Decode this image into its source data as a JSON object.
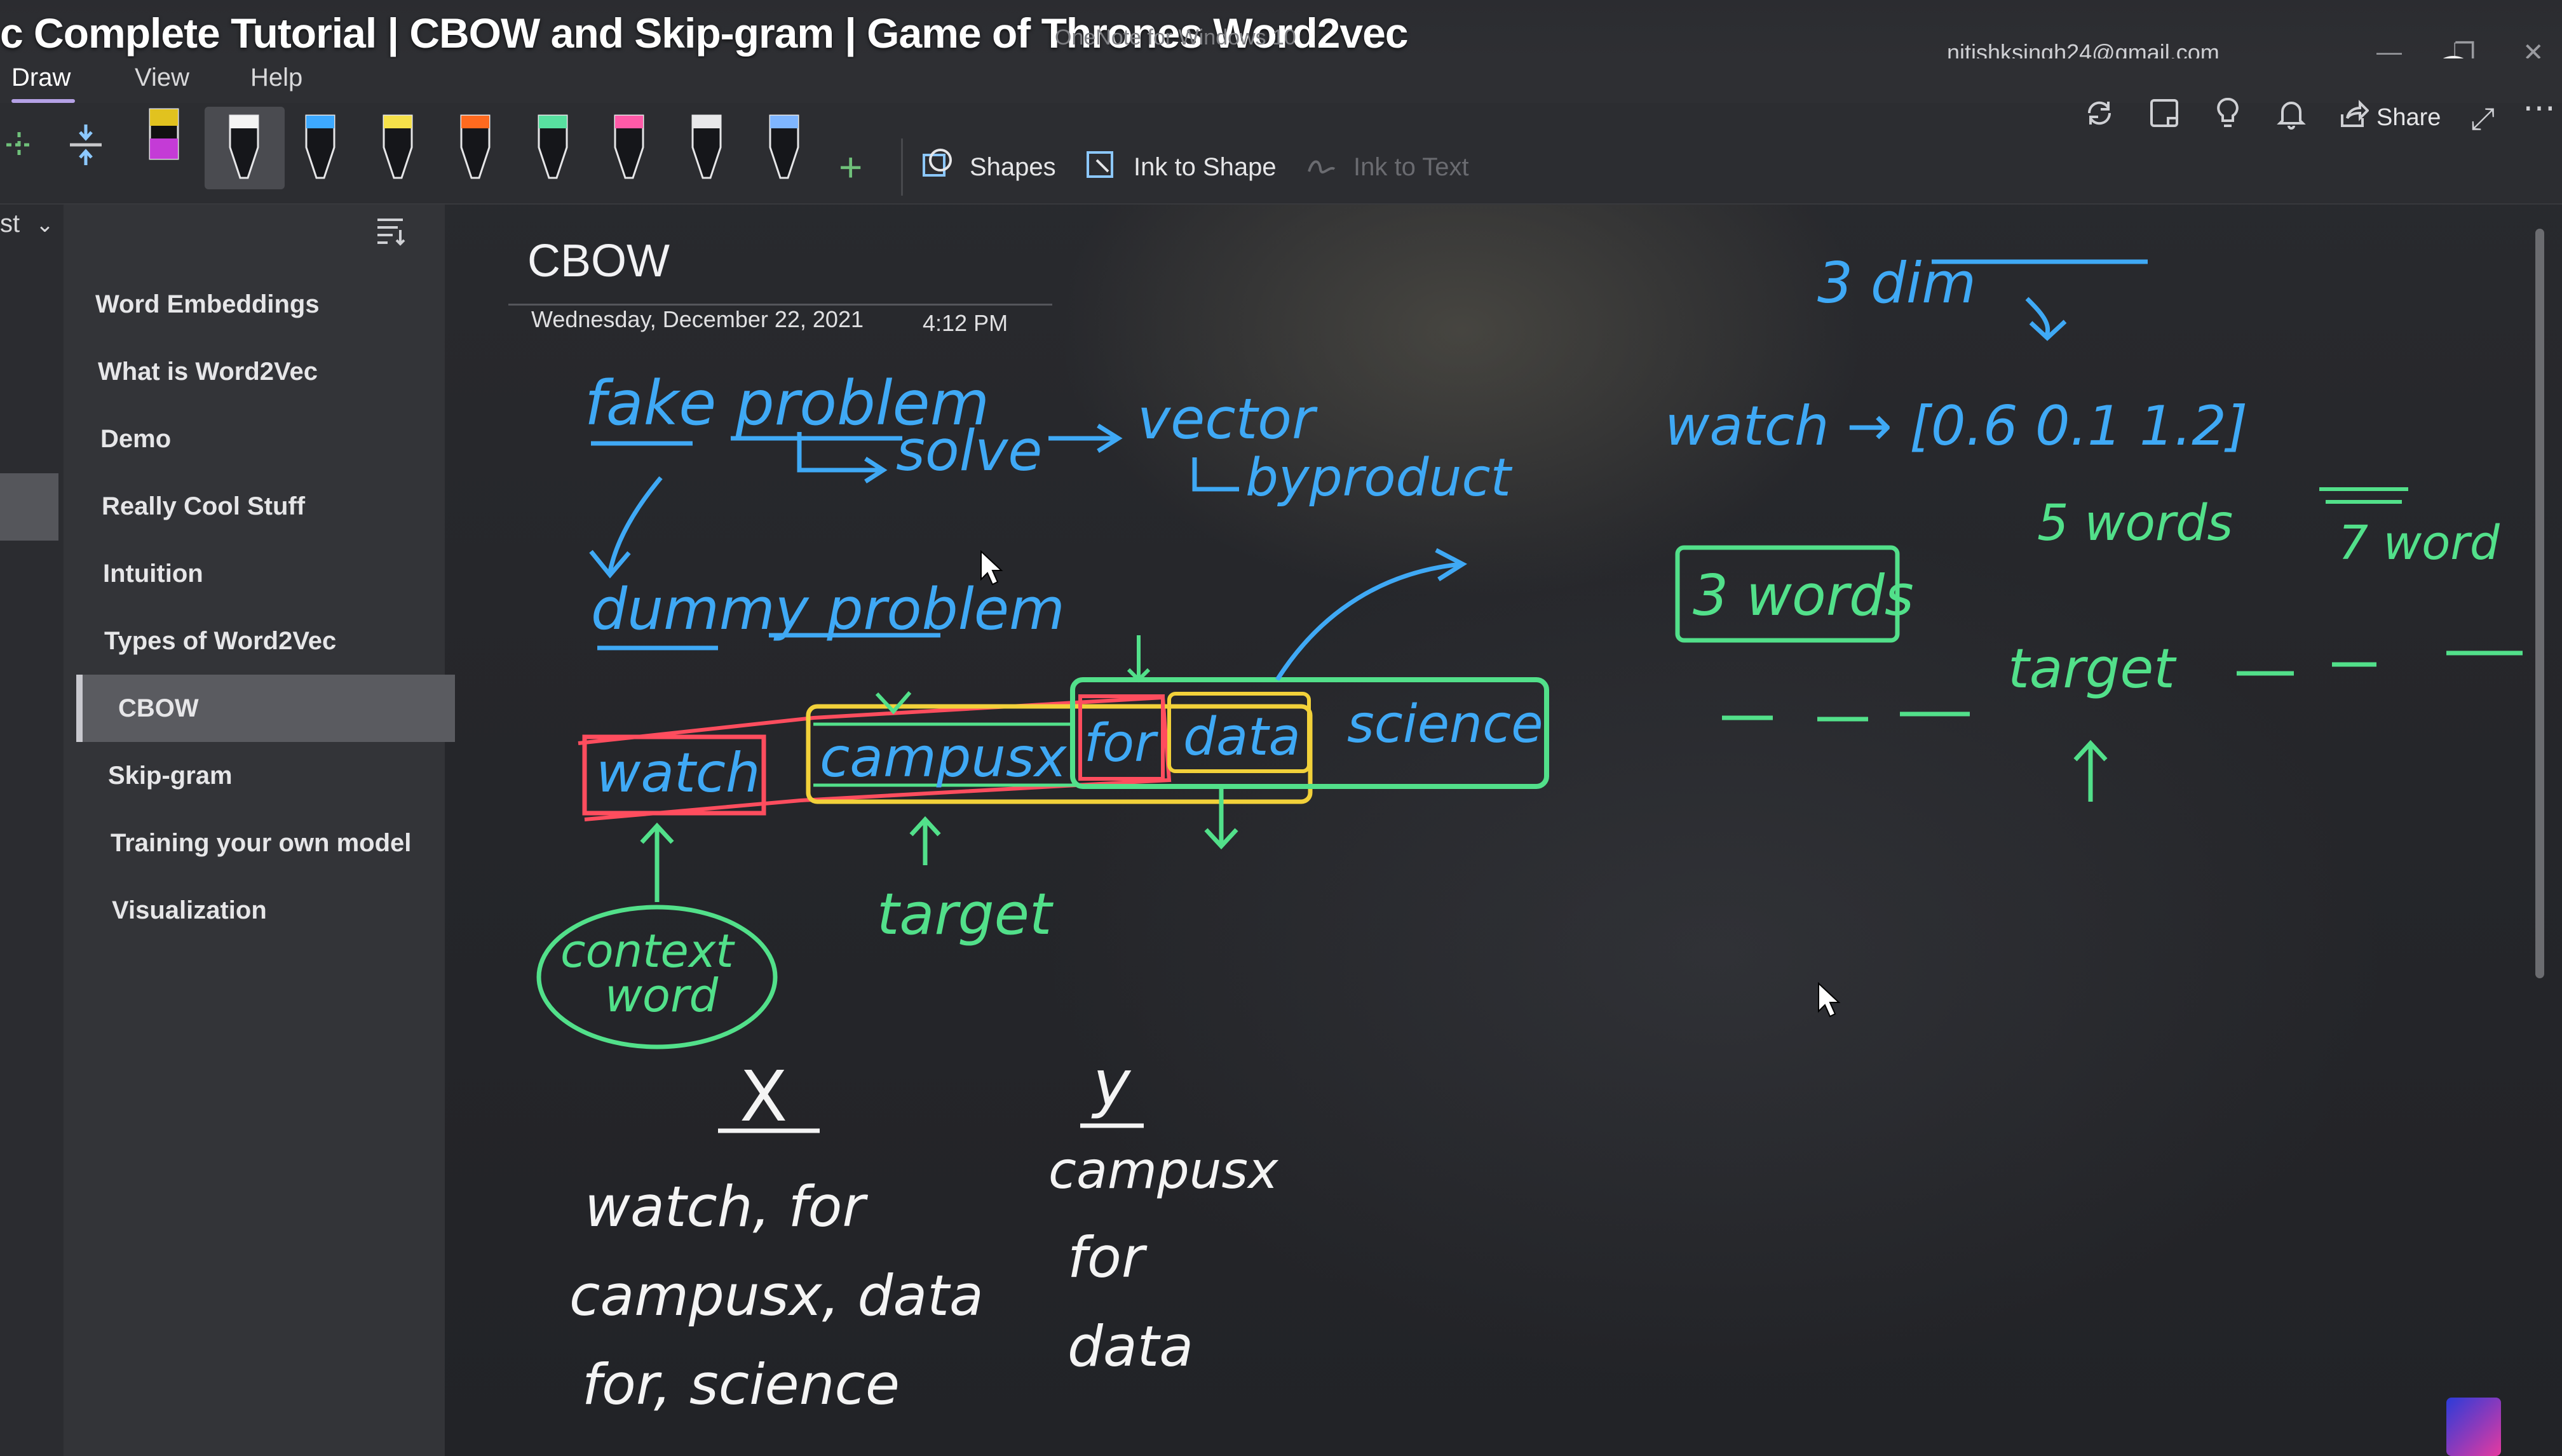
{
  "video": {
    "title": "c Complete Tutorial | CBOW and Skip-gram | Game of Thrones Word2vec"
  },
  "app": {
    "name": "OneNote for Windows 10",
    "account": "nitishksingh24@gmail.com"
  },
  "ribbon": {
    "tabs": [
      {
        "label": "Draw",
        "active": true
      },
      {
        "label": "View",
        "active": false
      },
      {
        "label": "Help",
        "active": false
      }
    ],
    "pens": [
      {
        "name": "yellow-magenta-highlighter-icon",
        "color": "#e1c21f"
      },
      {
        "name": "white-pen-icon",
        "color": "#f4f4f4"
      },
      {
        "name": "blue-pen-icon",
        "color": "#3da9ff"
      },
      {
        "name": "yellow-pen-icon",
        "color": "#f6e14a"
      },
      {
        "name": "orange-marker-icon",
        "color": "#ff6a1f"
      },
      {
        "name": "green-pen-icon",
        "color": "#58e0a0"
      },
      {
        "name": "pink-pen-icon",
        "color": "#ff5aa8"
      },
      {
        "name": "white-pen-2-icon",
        "color": "#e8e8ea"
      },
      {
        "name": "blue-pen-2-icon",
        "color": "#7fb6ff"
      }
    ],
    "shapes_label": "Shapes",
    "ink_to_shape_label": "Ink to Shape",
    "ink_to_text_label": "Ink to Text",
    "share_label": "Share"
  },
  "sidebar": {
    "section_label": "st",
    "pages": [
      {
        "label": "Word Embeddings",
        "selected": false
      },
      {
        "label": "What is Word2Vec",
        "selected": false
      },
      {
        "label": "Demo",
        "selected": false
      },
      {
        "label": "Really Cool Stuff",
        "selected": false
      },
      {
        "label": "Intuition",
        "selected": false
      },
      {
        "label": "Types of Word2Vec",
        "selected": false
      },
      {
        "label": "CBOW",
        "selected": true
      },
      {
        "label": "Skip-gram",
        "selected": false
      },
      {
        "label": "Training your own model",
        "selected": false
      },
      {
        "label": "Visualization",
        "selected": false
      }
    ]
  },
  "page": {
    "title": "CBOW",
    "date": "Wednesday, December 22, 2021",
    "time": "4:12 PM"
  },
  "ink": {
    "fake_problem": "fake problem",
    "solve": "solve",
    "vector": "vector",
    "byproduct": "byproduct",
    "dummy_problem": "dummy problem",
    "sentence_words": [
      "watch",
      "campusx",
      "for",
      "data",
      "science"
    ],
    "context_word": [
      "context",
      "word"
    ],
    "target": "target",
    "x_label": "X",
    "y_label": "y",
    "x_rows": [
      "watch, for",
      "campusx, data",
      "for, science"
    ],
    "y_rows": [
      "campusx",
      "for",
      "data"
    ],
    "three_dim": "3 dim",
    "watch_vec": "watch → [0.6  0.1  1.2]",
    "three_words": "3 words",
    "five_words": "5 words",
    "seven_word": "7 word",
    "right_target": "target"
  },
  "colors": {
    "ink_blue": "#3fa9f5",
    "ink_green": "#52e08a",
    "ink_yellow": "#f2d13a",
    "ink_red": "#ff4d5e",
    "ink_white": "#f4f4f4",
    "accent_purple": "#b5a1e6"
  }
}
